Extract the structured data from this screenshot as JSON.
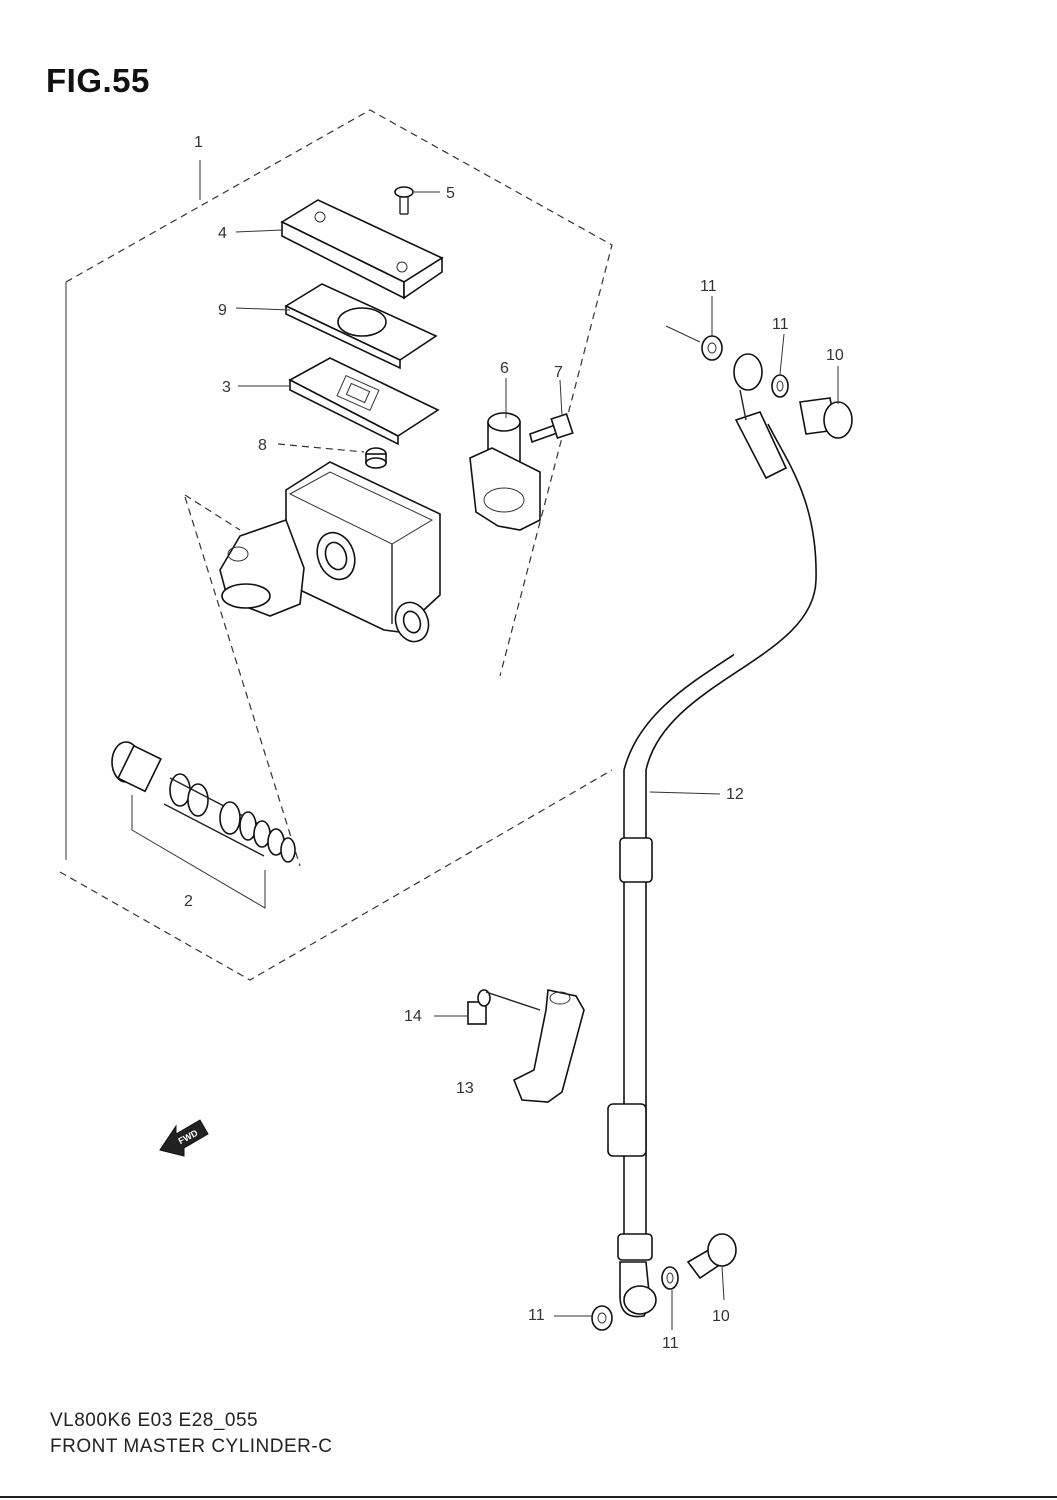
{
  "figure": {
    "title": "FIG.55",
    "footer_code": "VL800K6 E03 E28_055",
    "footer_name": "FRONT MASTER CYLINDER-C"
  },
  "callouts": {
    "c1": "1",
    "c2": "2",
    "c3": "3",
    "c4": "4",
    "c5": "5",
    "c6": "6",
    "c7": "7",
    "c8": "8",
    "c9": "9",
    "c10a": "10",
    "c10b": "10",
    "c11a": "11",
    "c11b": "11",
    "c11c": "11",
    "c11d": "11",
    "c12": "12",
    "c13": "13",
    "c14": "14"
  },
  "fwd_label": "FWD"
}
